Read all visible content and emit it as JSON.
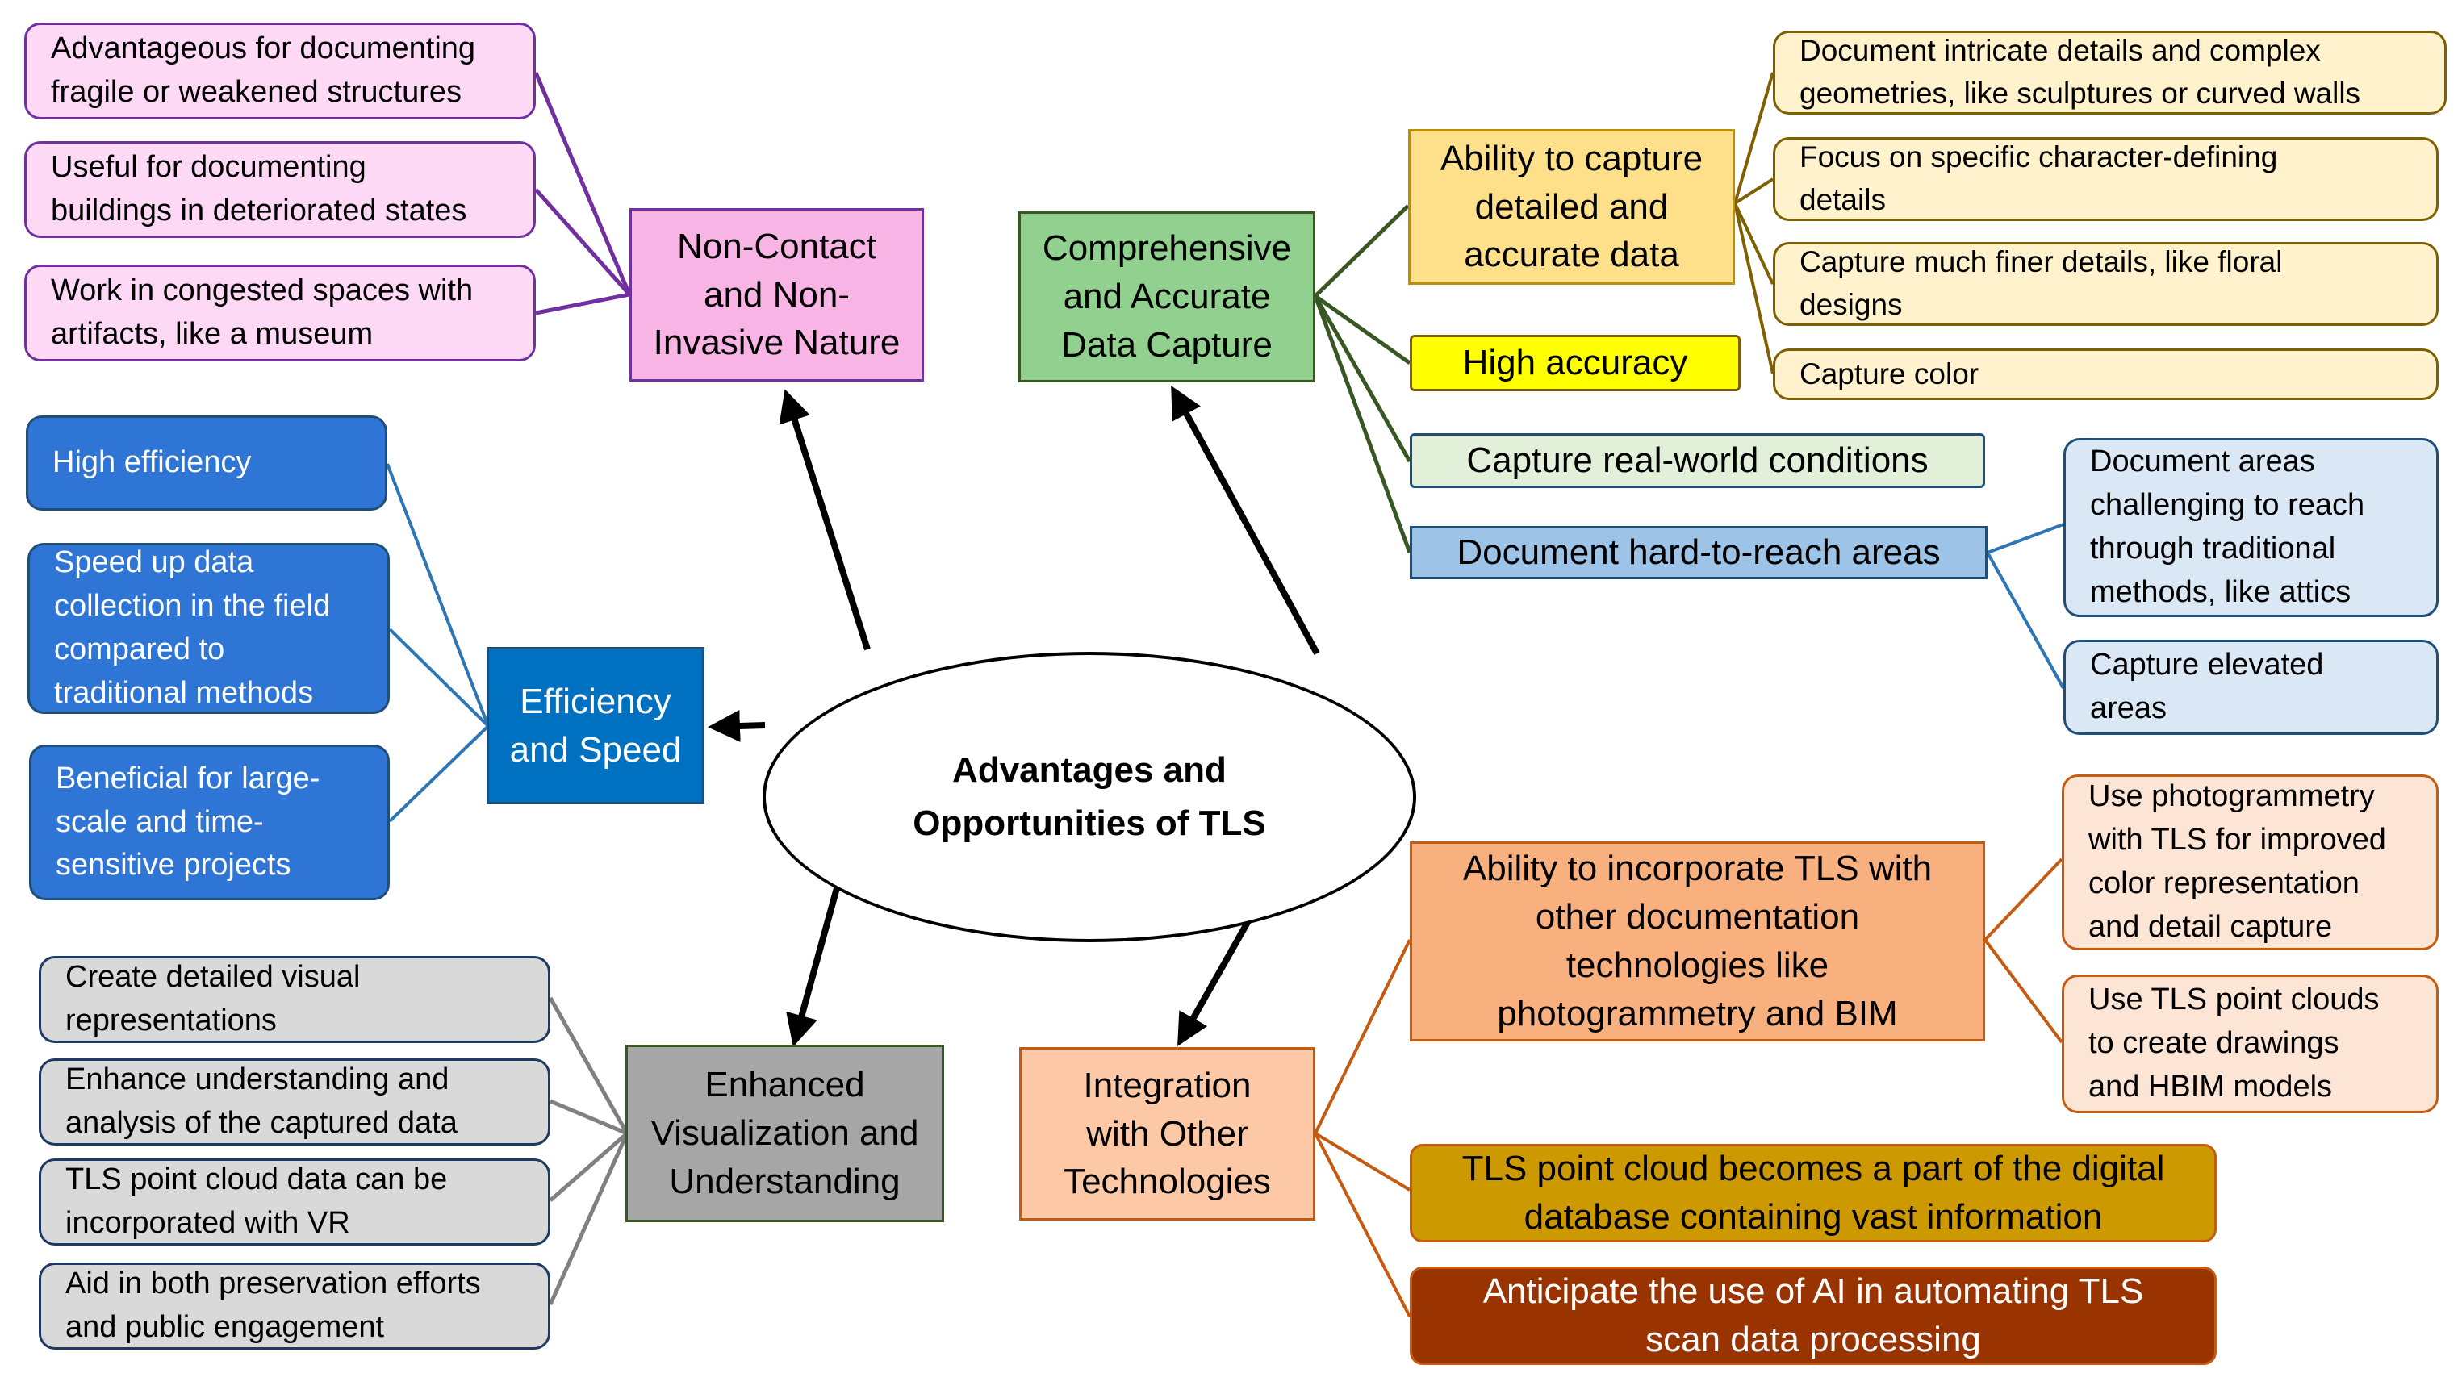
{
  "center": {
    "title": "Advantages and\nOpportunities of TLS"
  },
  "non_contact": {
    "title": "Non-Contact\nand Non-\nInvasive Nature",
    "items": [
      "Advantageous for documenting\nfragile or weakened structures",
      "Useful for documenting\nbuildings in deteriorated states",
      "Work in congested spaces with\nartifacts, like a museum"
    ]
  },
  "efficiency": {
    "title": "Efficiency\nand Speed",
    "items": [
      "High efficiency",
      "Speed up data\ncollection in the field\ncompared to\ntraditional methods",
      "Beneficial for large-\nscale and time-\nsensitive projects"
    ]
  },
  "visualization": {
    "title": "Enhanced\nVisualization and\nUnderstanding",
    "items": [
      "Create detailed visual\nrepresentations",
      "Enhance understanding and\nanalysis of the captured data",
      "TLS point cloud data can be\nincorporated with VR",
      "Aid in both preservation efforts\nand public engagement"
    ]
  },
  "comprehensive": {
    "title": "Comprehensive\nand Accurate\nData Capture",
    "detailed": {
      "title": "Ability to capture\ndetailed and\naccurate data",
      "items": [
        "Document intricate details and complex\ngeometries, like sculptures or curved walls",
        "Focus on specific character-defining\ndetails",
        "Capture much finer details, like floral\ndesigns",
        "Capture color"
      ]
    },
    "high_accuracy": "High accuracy",
    "real_world": "Capture real-world conditions",
    "hard_to_reach": {
      "title": "Document hard-to-reach areas",
      "items": [
        "Document areas\nchallenging to reach\nthrough traditional\nmethods, like attics",
        "Capture elevated\nareas"
      ]
    }
  },
  "integration": {
    "title": "Integration\nwith Other\nTechnologies",
    "incorporate": {
      "title": "Ability to incorporate TLS with\nother documentation\ntechnologies like\nphotogrammetry and BIM",
      "items": [
        "Use photogrammetry\nwith TLS for improved\ncolor representation\nand detail capture",
        "Use TLS point clouds\nto create drawings\nand HBIM models"
      ]
    },
    "database": "TLS point cloud becomes a part of the digital\ndatabase containing vast information",
    "ai": "Anticipate the use of AI in automating TLS\nscan data processing"
  },
  "colors": {
    "purple_line": "#7030a0",
    "blue_line": "#2e75b6",
    "gray_line": "#808080",
    "green_line": "#385723",
    "gold_line": "#7f6000",
    "orange_line": "#c55a11"
  }
}
